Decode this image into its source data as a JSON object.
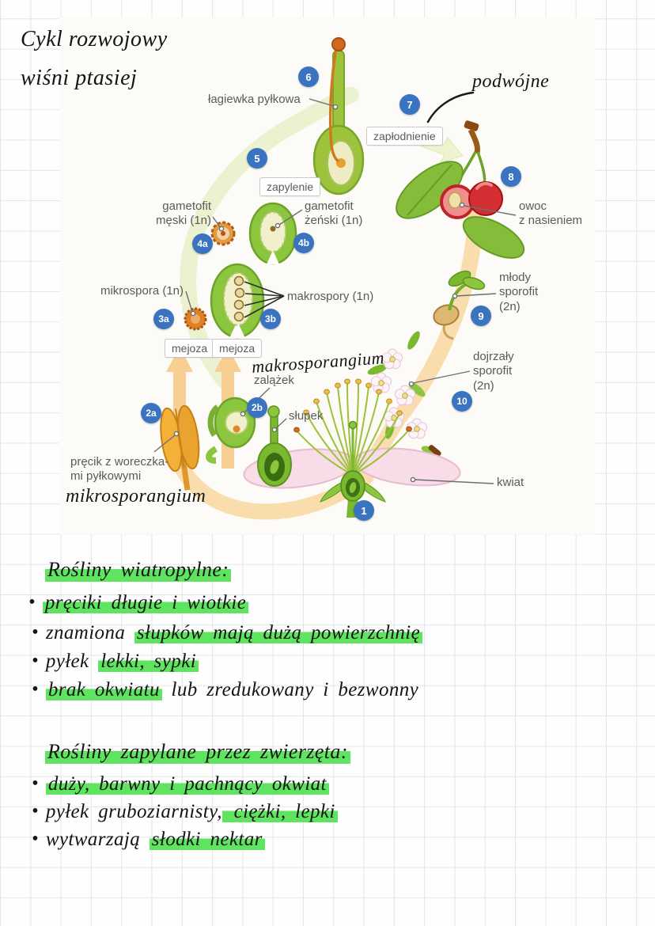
{
  "handwritten": {
    "title_line1": "Cykl rozwojowy",
    "title_line2": "wiśni ptasiej",
    "podwojne": "podwójne",
    "makrosporangium": "makrosporangium",
    "mikrosporangium": "mikrosporangium"
  },
  "diagram": {
    "labels": {
      "lagiewka": "łagiewka pyłkowa",
      "zapylenie": "zapylenie",
      "zaplodnienie": "zapłodnienie",
      "gametofit_meski": "gametofit\nmęski (1n)",
      "gametofit_zenski": "gametofit\nżeński (1n)",
      "mikrospora": "mikrospora (1n)",
      "makrospory": "makrospory (1n)",
      "mejoza_a": "mejoza",
      "mejoza_b": "mejoza",
      "zalazek": "zalążek",
      "slupek": "słupek",
      "precik": "pręcik z woreczka-\nmi pyłkowymi",
      "kwiat": "kwiat",
      "owoc": "owoc\nz nasieniem",
      "mlody_sporofit": "młody\nsporofit\n(2n)",
      "dojrzaly_sporofit": "dojrzały\nsporofit\n(2n)"
    },
    "badges": {
      "n1": "1",
      "n2a": "2a",
      "n2b": "2b",
      "n3a": "3a",
      "n3b": "3b",
      "n4a": "4a",
      "n4b": "4b",
      "n5": "5",
      "n6": "6",
      "n7": "7",
      "n8": "8",
      "n9": "9",
      "n10": "10"
    }
  },
  "notes": {
    "bullet_char": "•",
    "s1": {
      "heading": "Rośliny wiatropylne:",
      "b1": {
        "pre": "",
        "hl": "pręciki długie i wiotkie",
        "post": ""
      },
      "b2": {
        "pre": "znamiona ",
        "hl": "słupków mają dużą powierzchnię",
        "post": ""
      },
      "b3": {
        "pre": "pyłek ",
        "hl": "lekki, sypki",
        "post": ""
      },
      "b4": {
        "pre": "",
        "hl": "brak okwiatu",
        "post": " lub zredukowany i bezwonny"
      }
    },
    "s2": {
      "heading": "Rośliny zapylane przez zwierzęta:",
      "b1": {
        "pre": "",
        "hl": "duży, barwny i pachnący okwiat",
        "post": ""
      },
      "b2": {
        "pre": "pyłek gruboziarnisty,",
        "hl": " ciężki, lepki",
        "post": ""
      },
      "b3": {
        "pre": "wytwarzają ",
        "hl": "słodki nektar",
        "post": ""
      }
    }
  },
  "colors": {
    "highlight_green": "#5ee45e",
    "badge_blue": "#3a74c0",
    "label_gray": "#595a5c",
    "cycle_green_arc": "#ebf2cf",
    "cycle_orange_arc": "#f9ddad"
  }
}
